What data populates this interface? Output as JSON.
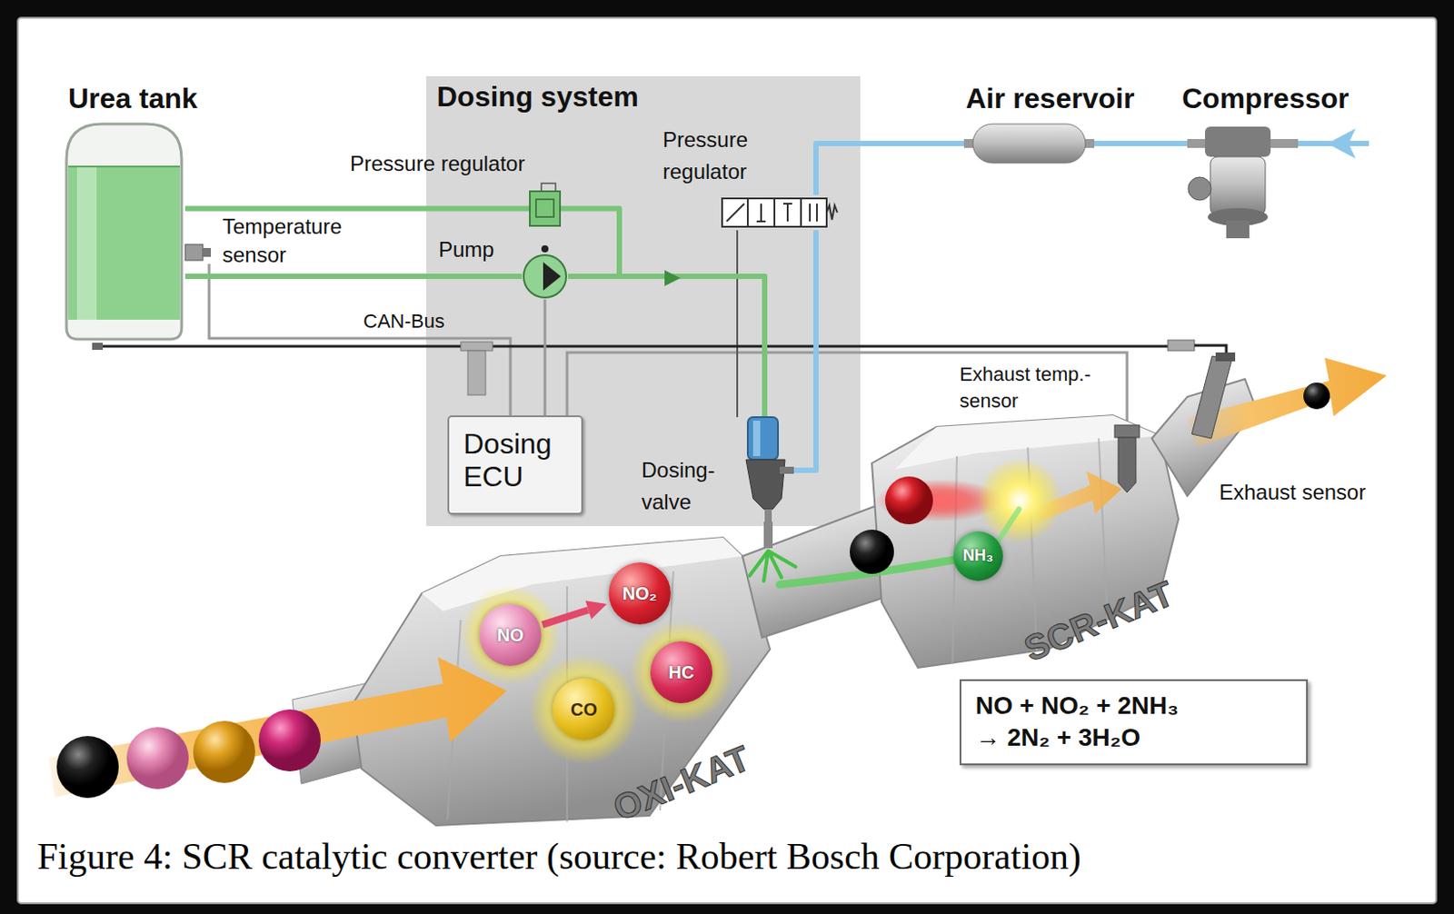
{
  "diagram": {
    "caption": "Figure 4: SCR catalytic converter (source: Robert Bosch Corporation)",
    "nodes": [
      {
        "text": [
          "Urea tank"
        ]
      },
      {
        "text": [
          "Dosing system"
        ]
      },
      {
        "text": [
          "Pressure regulator"
        ],
        "in": 1
      },
      {
        "text": [
          "Pressure regulator"
        ],
        "in": 1
      },
      {
        "text": [
          "Pump"
        ],
        "in": 1
      },
      {
        "text": [
          "Dosing ECU"
        ],
        "in": 1
      },
      {
        "text": [
          "Dosing- valve"
        ],
        "in": 1
      },
      {
        "text": [
          "Air reservoir"
        ]
      },
      {
        "text": [
          "Compressor"
        ]
      },
      {
        "text": [
          "NO"
        ]
      },
      {
        "text": [
          "NO₂"
        ]
      },
      {
        "text": [
          "CO"
        ]
      },
      {
        "text": [
          "HC"
        ]
      },
      {
        "text": [
          "NH₃"
        ]
      },
      {
        "text": [
          "NO + NO₂ + 2NH₃ → 2N₂ + 3H₂O"
        ]
      }
    ],
    "edges": [
      {
        "from": 0,
        "to": 2,
        "arrow": "none"
      },
      {
        "from": 0,
        "to": 4,
        "arrow": "none"
      },
      {
        "from": 4,
        "to": 6,
        "arrow": "none"
      },
      {
        "from": 2,
        "to": 6,
        "arrow": "none"
      },
      {
        "from": 8,
        "to": 7,
        "arrow": "none"
      },
      {
        "from": 7,
        "to": 3,
        "arrow": "none"
      },
      {
        "from": 3,
        "to": 6,
        "arrow": "none"
      },
      {
        "from": 5,
        "to": 4,
        "arrow": "none"
      },
      {
        "from": 9,
        "to": 10,
        "arrow": "to"
      }
    ],
    "labels": [
      "Temperature sensor",
      "CAN-Bus",
      "Exhaust temp.- sensor",
      "Exhaust sensor",
      "OXI-KAT",
      "SCR-KAT"
    ]
  }
}
